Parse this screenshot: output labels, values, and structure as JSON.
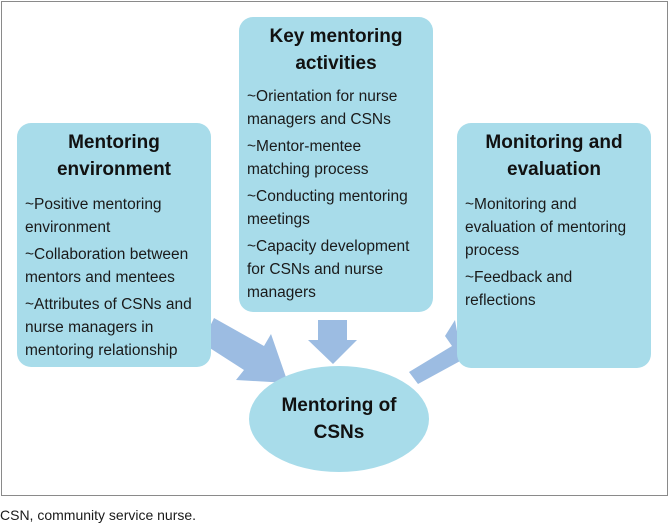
{
  "colors": {
    "box_fill": "#a8dcea",
    "arrow_fill": "#9cbce2",
    "frame": "#8a8a8a"
  },
  "boxes": {
    "environment": {
      "title": "Mentoring environment",
      "items": [
        "~Positive mentoring environment",
        "~Collaboration between mentors and mentees",
        "~Attributes of CSNs and nurse managers in mentoring relationship"
      ]
    },
    "activities": {
      "title": "Key mentoring activities",
      "items": [
        "~Orientation for nurse managers and CSNs",
        "~Mentor-mentee matching  process",
        "~Conducting mentoring meetings",
        "~Capacity development for CSNs and nurse managers"
      ]
    },
    "evaluation": {
      "title": "Monitoring and evaluation",
      "items": [
        "~Monitoring and evaluation of mentoring process",
        "~Feedback and reflections"
      ]
    }
  },
  "outcome": {
    "label": "Mentoring of CSNs"
  },
  "footnote": "CSN, community service nurse."
}
